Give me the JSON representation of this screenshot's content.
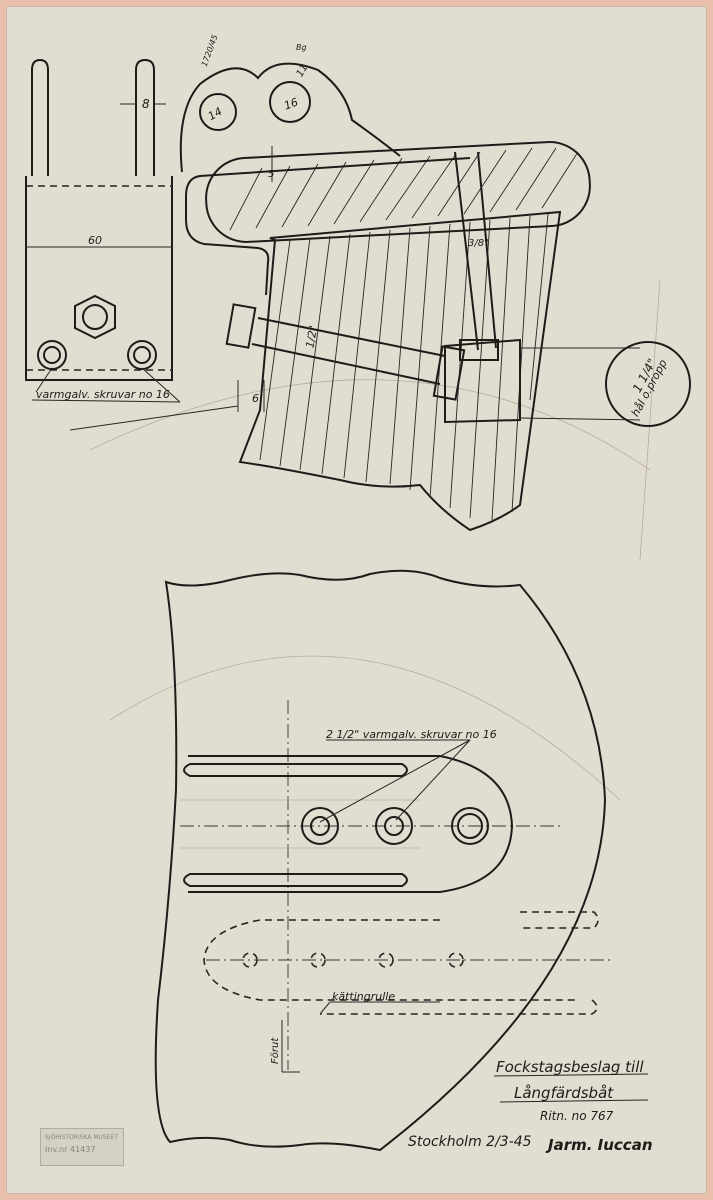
{
  "labels": {
    "dim_pin_width": "8",
    "dim_hole_small": "14",
    "dim_hole_large": "16",
    "dim_lug_width": "11",
    "dim_plate_thickness": "5",
    "dim_base_width": "60",
    "dim_bolt_diameter": "1/2\"",
    "dim_strap_width": "3/8\"",
    "dim_clearance": "6",
    "hole_size": "1 1/4\"",
    "hole_note": "hål o.propp",
    "screws_top": "varmgalv. skruvar no 16",
    "screws_plan": "2 1/2\" varmgalv. skruvar no 16",
    "roller": "kättingrulle",
    "forward": "Förut",
    "title_line1": "Fockstagsbeslag till",
    "title_line2": "Långfärdsbåt",
    "drawing_number": "Ritn. no 767",
    "place_date": "Stockholm 2/3-45",
    "signature": "Jarm. Iuccan",
    "pencil_note_1": "1720/45",
    "pencil_note_2": "Bg"
  },
  "stamp": {
    "line1": "SJÖHISTORISKA MUSEET",
    "line2": "Inv.nr 41437"
  }
}
